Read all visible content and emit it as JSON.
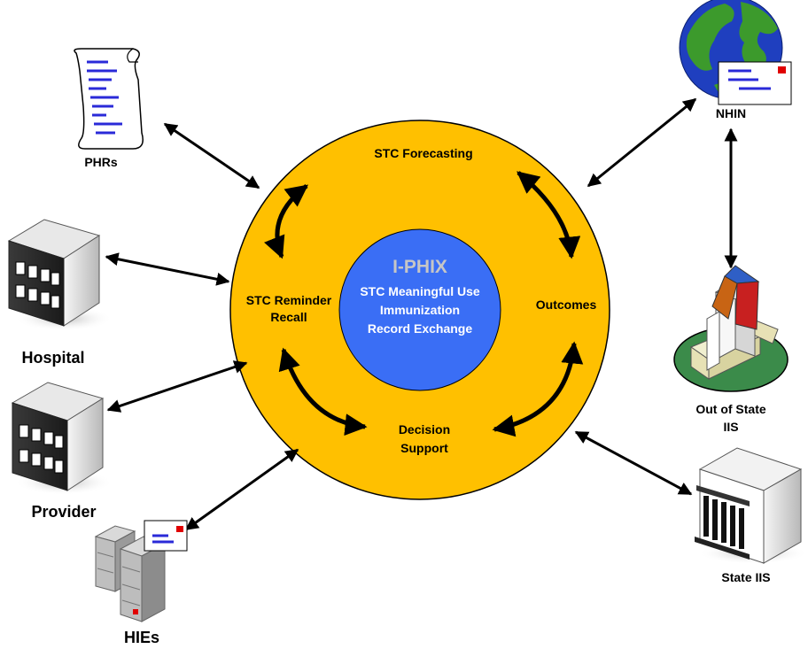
{
  "center": {
    "title": "I-PHIX",
    "lines": [
      "STC Meaningful Use",
      "Immunization",
      "Record Exchange"
    ]
  },
  "ring_labels": {
    "forecasting": "STC Forecasting",
    "reminder": [
      "STC Reminder",
      "Recall"
    ],
    "outcomes": "Outcomes",
    "decision": [
      "Decision",
      "Support"
    ]
  },
  "nodes": {
    "phrs": "PHRs",
    "hospital": "Hospital",
    "provider": "Provider",
    "hies": "HIEs",
    "nhin": "NHIN",
    "out_of_state": [
      "Out of State",
      "IIS"
    ],
    "state_iis": "State IIS"
  },
  "colors": {
    "ring_fill": "#FFC000",
    "center_fill": "#3A6EF5",
    "title_color": "#C6C6C6",
    "center_text": "#FFFFFF",
    "doc_lines": "#2A2AD8",
    "globe_ocean": "#1F3FBF",
    "globe_land": "#3C9A2C",
    "red_stamp": "#E00000"
  },
  "icons": {
    "phrs": "scroll-document-icon",
    "hospital": "building-server-icon",
    "provider": "building-server-icon",
    "hies": "server-stack-icon",
    "nhin": "globe-mail-icon",
    "out_of_state": "church-island-icon",
    "state_iis": "government-building-icon"
  }
}
